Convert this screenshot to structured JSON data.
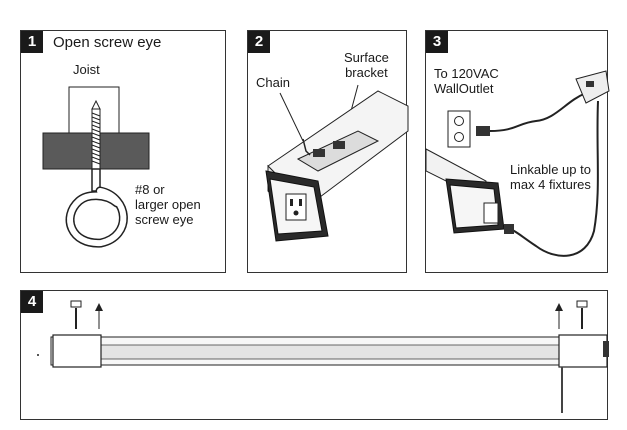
{
  "panels": [
    {
      "number": "1",
      "title": "Open screw eye",
      "labels": {
        "joist": "Joist",
        "screw_eye": "#8 or\nlarger open\nscrew eye"
      }
    },
    {
      "number": "2",
      "labels": {
        "chain": "Chain",
        "surface_bracket": "Surface\nbracket"
      }
    },
    {
      "number": "3",
      "labels": {
        "outlet": "To 120VAC\nWallOutlet",
        "linkable": "Linkable up to\nmax 4 fixtures"
      }
    },
    {
      "number": "4"
    }
  ]
}
